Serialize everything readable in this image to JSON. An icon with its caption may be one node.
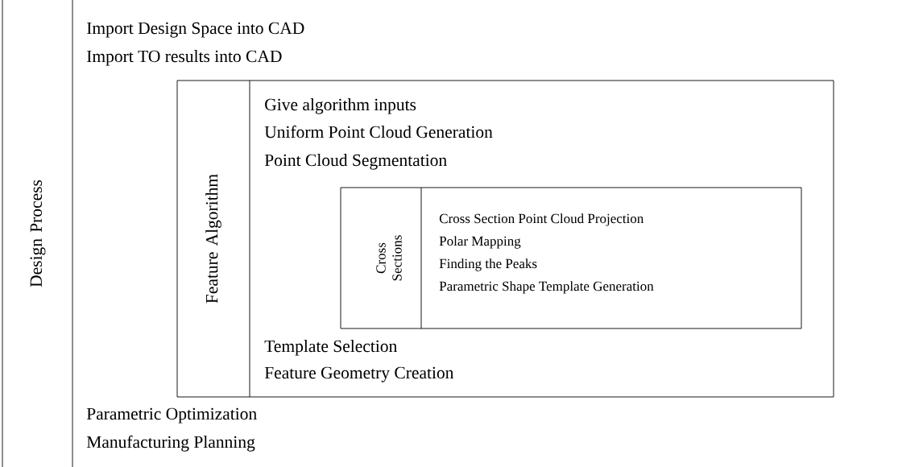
{
  "diagram": {
    "nodes": [
      {
        "text": [
          "Design Process",
          "Import Design Space into CAD",
          "Import TO results into CAD",
          "Parametric Optimization",
          "Manufacturing Planning"
        ]
      },
      {
        "text": [
          "Feature Algorithm",
          "Give algorithm inputs",
          "Uniform Point Cloud Generation",
          "Point Cloud Segmentation",
          "Template Selection",
          "Feature Geometry Creation"
        ],
        "in": 0
      },
      {
        "text": [
          "Cross Sections",
          "Cross Section Point Cloud Projection",
          "Polar Mapping",
          "Finding the Peaks",
          "Parametric Shape Template Generation"
        ],
        "in": 1
      }
    ]
  }
}
